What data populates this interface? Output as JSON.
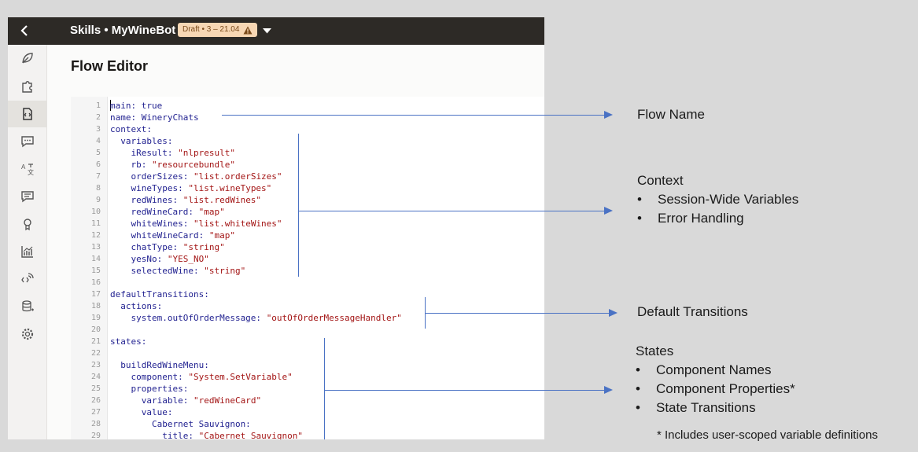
{
  "app": {
    "title": "Skills • MyWineBot",
    "badge": "Draft • 3 – 21.04",
    "page_title": "Flow Editor"
  },
  "colors": {
    "topbar": "#2d2a26",
    "badge_bg": "#f7d7b4",
    "annotation": "#4a72c4",
    "string": "#a31515",
    "key": "#1f1f8f"
  },
  "sidebar": {
    "items": [
      {
        "icon": "leaf-icon"
      },
      {
        "icon": "puzzle-icon"
      },
      {
        "icon": "flow-file-icon"
      },
      {
        "icon": "chat-icon"
      },
      {
        "icon": "translate-icon"
      },
      {
        "icon": "message-icon"
      },
      {
        "icon": "award-icon"
      },
      {
        "icon": "analytics-icon"
      },
      {
        "icon": "channels-icon"
      },
      {
        "icon": "database-icon"
      },
      {
        "icon": "settings-icon"
      }
    ],
    "active_index": 2
  },
  "code": {
    "lines": [
      [
        "main: ",
        "true",
        ""
      ],
      [
        "name: ",
        "WineryChats",
        ""
      ],
      [
        "context:",
        "",
        ""
      ],
      [
        "  variables:",
        "",
        ""
      ],
      [
        "    iResult: ",
        "\"nlpresult\"",
        ""
      ],
      [
        "    rb: ",
        "\"resourcebundle\"",
        ""
      ],
      [
        "    orderSizes: ",
        "\"list.orderSizes\"",
        ""
      ],
      [
        "    wineTypes: ",
        "\"list.wineTypes\"",
        ""
      ],
      [
        "    redWines: ",
        "\"list.redWines\"",
        ""
      ],
      [
        "    redWineCard: ",
        "\"map\"",
        ""
      ],
      [
        "    whiteWines: ",
        "\"list.whiteWines\"",
        ""
      ],
      [
        "    whiteWineCard: ",
        "\"map\"",
        ""
      ],
      [
        "    chatType: ",
        "\"string\"",
        ""
      ],
      [
        "    yesNo: ",
        "\"YES_NO\"",
        ""
      ],
      [
        "    selectedWine: ",
        "\"string\"",
        ""
      ],
      [
        "",
        "",
        ""
      ],
      [
        "defaultTransitions:",
        "",
        ""
      ],
      [
        "  actions:",
        "",
        ""
      ],
      [
        "    system.outOfOrderMessage: ",
        "\"outOfOrderMessageHandler\"",
        ""
      ],
      [
        "",
        "",
        ""
      ],
      [
        "states:",
        "",
        ""
      ],
      [
        "",
        "",
        ""
      ],
      [
        "  buildRedWineMenu:",
        "",
        ""
      ],
      [
        "    component: ",
        "\"System.SetVariable\"",
        ""
      ],
      [
        "    properties:",
        "",
        ""
      ],
      [
        "      variable: ",
        "\"redWineCard\"",
        ""
      ],
      [
        "      value:",
        "",
        ""
      ],
      [
        "        Cabernet Sauvignon:",
        "",
        ""
      ],
      [
        "          title: ",
        "\"Cabernet Sauvignon\"",
        ""
      ]
    ]
  },
  "annotations": {
    "flow_name": "Flow Name",
    "context": "Context",
    "context_bullets": [
      "Session-Wide Variables",
      "Error Handling"
    ],
    "default_transitions": "Default Transitions",
    "states": "States",
    "states_bullets": [
      "Component Names",
      "Component Properties*",
      "State Transitions"
    ],
    "footnote": "* Includes user-scoped variable definitions",
    "bullet": "•"
  }
}
